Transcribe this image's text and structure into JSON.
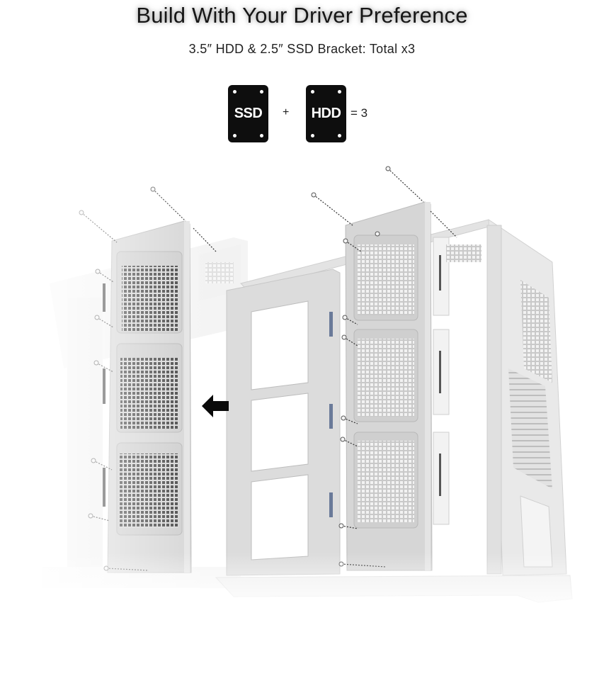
{
  "header": {
    "title": "Build With Your Driver Preference",
    "subtitle": "3.5″ HDD & 2.5″ SSD Bracket: Total x3"
  },
  "legend": {
    "ssd_label": "SSD",
    "plus": "+",
    "hdd_label": "HDD",
    "equals": "= 3",
    "icon_color": "#0e0e0e"
  },
  "illustration": {
    "subject": "PC case with removable drive bracket panel",
    "bracket_slots": 3,
    "arrow_direction": "left",
    "panel_color": "#d9d9d9",
    "frame_color": "#e6e6e6",
    "screw_count_visible": 18
  }
}
